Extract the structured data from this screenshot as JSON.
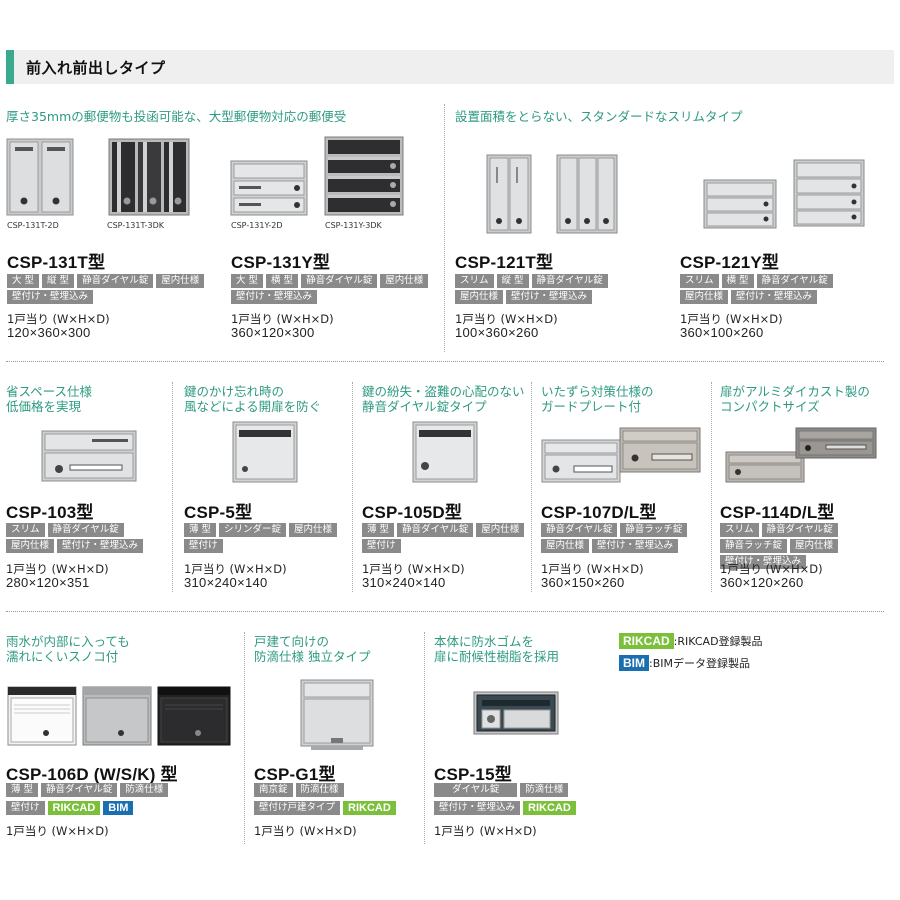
{
  "section_title": "前入れ前出しタイプ",
  "row1": {
    "left_tagline": "厚さ35mmの郵便物も投函可能な、大型郵便物対応の郵便受",
    "right_tagline": "設置面積をとらない、スタンダードなスリムタイプ"
  },
  "products": {
    "p131t": {
      "model": "CSP-131T型",
      "cap1": "CSP-131T-2D",
      "cap2": "CSP-131T-3DK",
      "badges": [
        "大 型",
        "縦 型",
        "静音ダイヤル錠",
        "屋内仕様",
        "壁付け・壁埋込み"
      ],
      "dims_label": "1戸当り (W×H×D)",
      "dims_value": "120×360×300"
    },
    "p131y": {
      "model": "CSP-131Y型",
      "cap1": "CSP-131Y-2D",
      "cap2": "CSP-131Y-3DK",
      "badges": [
        "大 型",
        "横 型",
        "静音ダイヤル錠",
        "屋内仕様",
        "壁付け・壁埋込み"
      ],
      "dims_label": "1戸当り (W×H×D)",
      "dims_value": "360×120×300"
    },
    "p121t": {
      "model": "CSP-121T型",
      "badges": [
        "スリム",
        "縦 型",
        "静音ダイヤル錠",
        "屋内仕様",
        "壁付け・壁埋込み"
      ],
      "dims_label": "1戸当り (W×H×D)",
      "dims_value": "100×360×260"
    },
    "p121y": {
      "model": "CSP-121Y型",
      "badges": [
        "スリム",
        "横 型",
        "静音ダイヤル錠",
        "屋内仕様",
        "壁付け・壁埋込み"
      ],
      "dims_label": "1戸当り (W×H×D)",
      "dims_value": "360×100×260"
    },
    "p103": {
      "tagline1": "省スペース仕様",
      "tagline2": "低価格を実現",
      "model": "CSP-103型",
      "badges": [
        "スリム",
        "静音ダイヤル錠",
        "屋内仕様",
        "壁付け・壁埋込み"
      ],
      "dims_label": "1戸当り (W×H×D)",
      "dims_value": "280×120×351"
    },
    "p5": {
      "tagline1": "鍵のかけ忘れ時の",
      "tagline2": "風などによる開扉を防ぐ",
      "model": "CSP-5型",
      "badges": [
        "薄 型",
        "シリンダー錠",
        "屋内仕様",
        "壁付け"
      ],
      "dims_label": "1戸当り (W×H×D)",
      "dims_value": "310×240×140"
    },
    "p105d": {
      "tagline1": "鍵の紛失・盗難の心配のない",
      "tagline2": "静音ダイヤル錠タイプ",
      "model": "CSP-105D型",
      "badges": [
        "薄 型",
        "静音ダイヤル錠",
        "屋内仕様",
        "壁付け"
      ],
      "dims_label": "1戸当り (W×H×D)",
      "dims_value": "310×240×140"
    },
    "p107": {
      "tagline1": "いたずら対策仕様の",
      "tagline2": "ガードプレート付",
      "model": "CSP-107D/L型",
      "badges": [
        "静音ダイヤル錠",
        "静音ラッチ錠",
        "屋内仕様",
        "壁付け・壁埋込み"
      ],
      "dims_label": "1戸当り (W×H×D)",
      "dims_value": "360×150×260"
    },
    "p114": {
      "tagline1": "扉がアルミダイカスト製の",
      "tagline2": "コンパクトサイズ",
      "model": "CSP-114D/L型",
      "badges": [
        "スリム",
        "静音ダイヤル錠",
        "静音ラッチ錠",
        "屋内仕様",
        "壁付け・壁埋込み"
      ],
      "dims_label": "1戸当り (W×H×D)",
      "dims_value": "360×120×260"
    },
    "p106": {
      "tagline1": "雨水が内部に入っても",
      "tagline2": "濡れにくいスノコ付",
      "model": "CSP-106D (W/S/K) 型",
      "badges": [
        "薄 型",
        "静音ダイヤル錠",
        "防滴仕様",
        "壁付け"
      ],
      "dims_label": "1戸当り (W×H×D)"
    },
    "pg1": {
      "tagline1": "戸建て向けの",
      "tagline2": "防滴仕様 独立タイプ",
      "model": "CSP-G1型",
      "badges": [
        "南京錠",
        "防滴仕様",
        "壁付け戸建タイプ"
      ],
      "dims_label": "1戸当り (W×H×D)"
    },
    "p15": {
      "tagline1": "本体に防水ゴムを",
      "tagline2": "扉に耐候性樹脂を採用",
      "model": "CSP-15型",
      "badges": [
        "ダイヤル錠",
        "防滴仕様",
        "壁付け・壁埋込み"
      ],
      "dims_label": "1戸当り (W×H×D)"
    }
  },
  "marks": {
    "rikcad": "RIKCAD",
    "bim": "BIM"
  },
  "legend": {
    "rikcad_text": ":RIKCAD登録製品",
    "bim_text": ":BIMデータ登録製品"
  },
  "colors": {
    "accent": "#3aaa8f",
    "tagline": "#2e9a82",
    "badge_gray": "#8a8a8a",
    "rikcad_green": "#7bbf3a",
    "bim_blue": "#1a6fb0"
  }
}
